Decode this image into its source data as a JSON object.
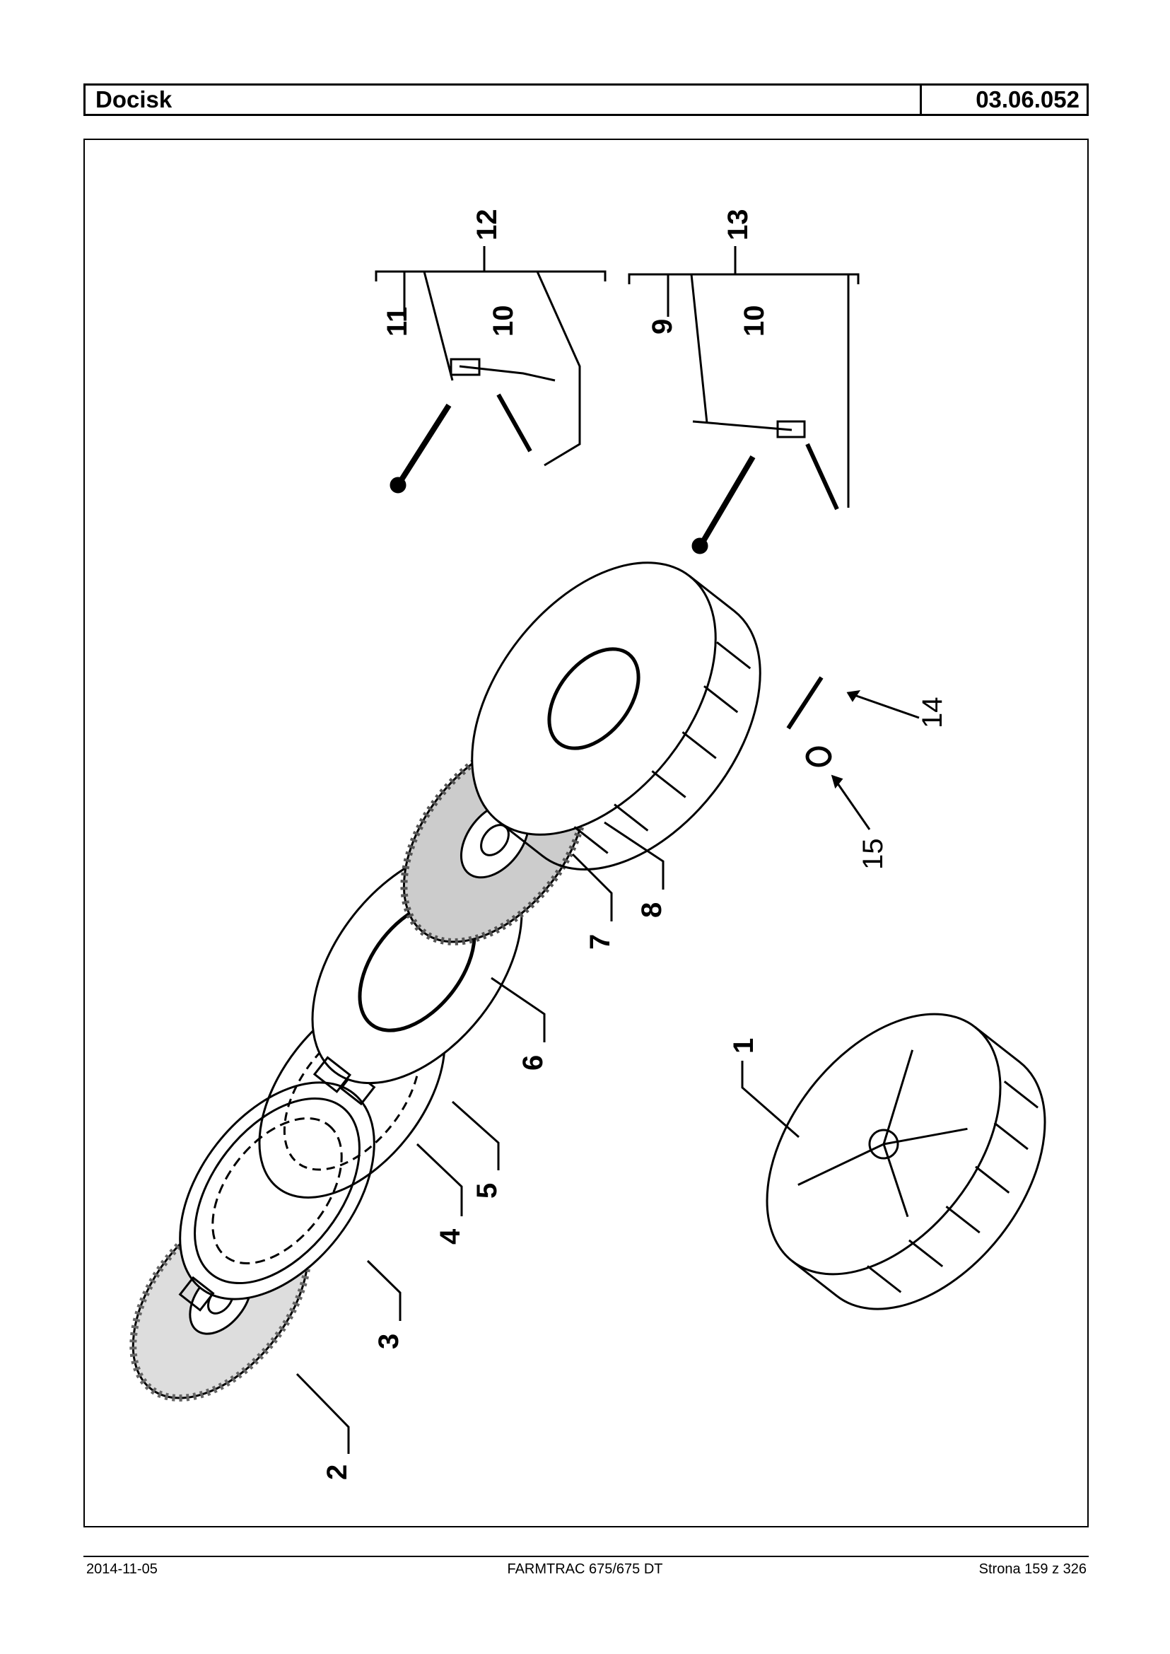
{
  "header": {
    "title": "Docisk",
    "code": "03.06.052"
  },
  "callouts": {
    "c1": "1",
    "c2": "2",
    "c3": "3",
    "c4": "4",
    "c5": "5",
    "c6": "6",
    "c7": "7",
    "c8": "8",
    "c9": "9",
    "c10a": "10",
    "c10b": "10",
    "c11": "11",
    "c12": "12",
    "c13": "13",
    "c14": "14",
    "c15": "15"
  },
  "footer": {
    "date": "2014-11-05",
    "model": "FARMTRAC 675/675 DT",
    "page": "Strona 159 z 326"
  }
}
